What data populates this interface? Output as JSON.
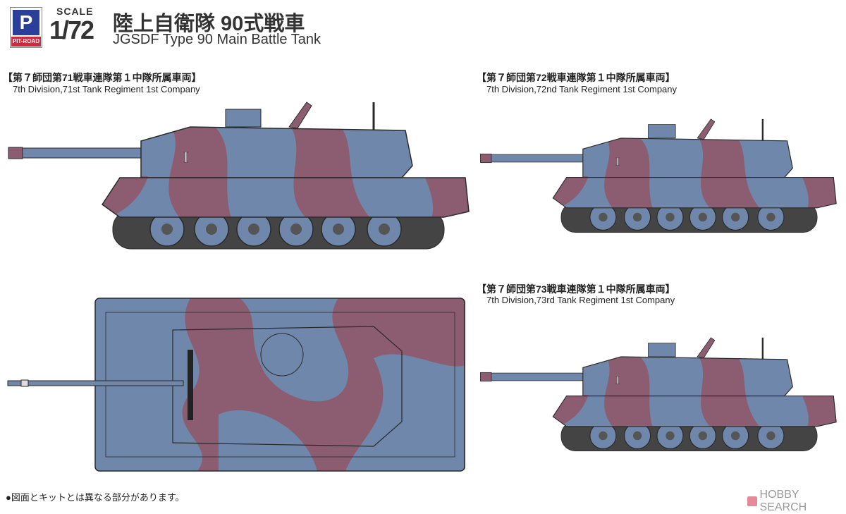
{
  "header": {
    "brand": "PIT-ROAD",
    "scale_label": "SCALE",
    "scale_value": "1/72",
    "title_jp": "陸上自衛隊 90式戦車",
    "title_en": "JGSDF Type 90 Main Battle Tank"
  },
  "variants": [
    {
      "caption_jp": "【第７師団第71戦車連隊第１中隊所属車両】",
      "caption_en": "7th Division,71st Tank Regiment 1st Company",
      "marking": "I"
    },
    {
      "caption_jp": "【第７師団第72戦車連隊第１中隊所属車両】",
      "caption_en": "7th Division,72nd Tank Regiment 1st Company",
      "marking": "I"
    },
    {
      "caption_jp": "【第７師団第73戦車連隊第１中隊所属車両】",
      "caption_en": "7th Division,73rd Tank Regiment 1st Company",
      "marking": "I"
    }
  ],
  "footer": {
    "note": "●図面とキットとは異なる部分があります。",
    "watermark": "HOBBY SEARCH"
  },
  "colors": {
    "camo_blue": "#6f87ab",
    "camo_maroon": "#8c5d70",
    "outline": "#2a2a2a",
    "brand_blue": "#2a3f9a",
    "brand_red": "#d0283c"
  }
}
